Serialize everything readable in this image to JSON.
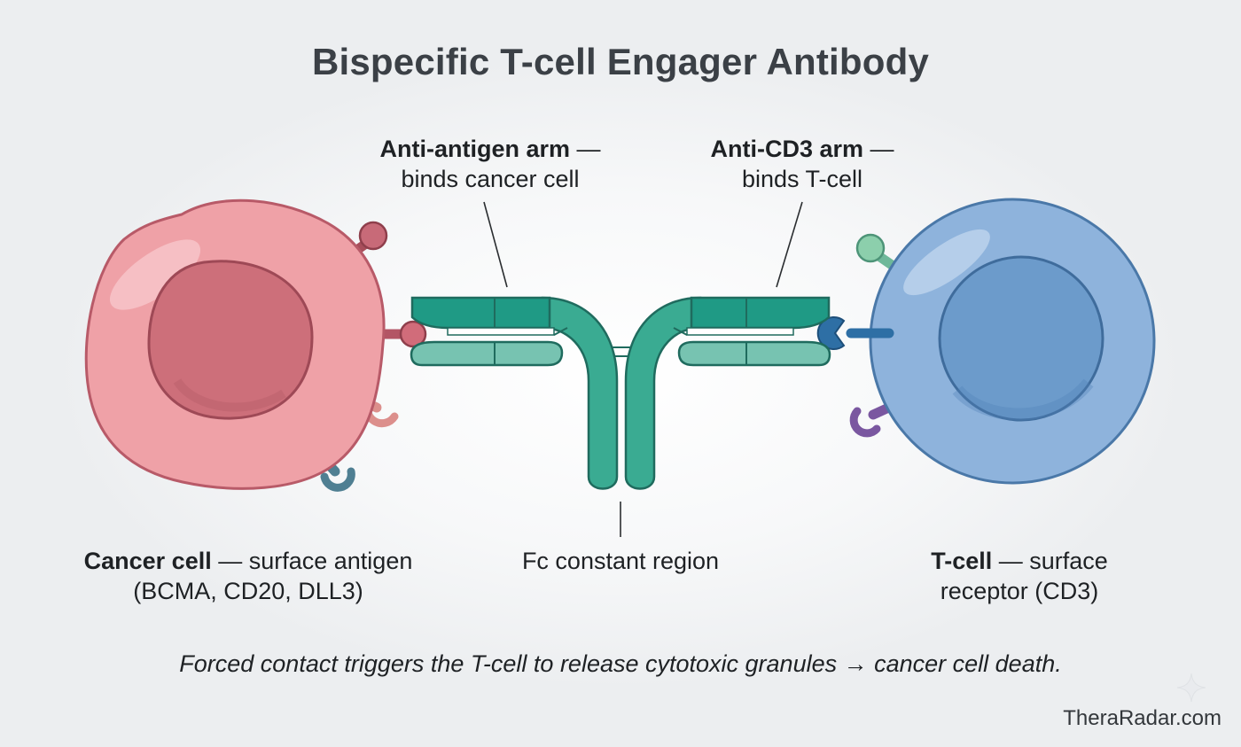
{
  "title": "Bispecific T-cell Engager Antibody",
  "labels": {
    "antigen_arm": {
      "bold": "Anti-antigen arm",
      "dash": " —",
      "detail": "binds cancer cell"
    },
    "cd3_arm": {
      "bold": "Anti-CD3 arm",
      "dash": " —",
      "detail": "binds T-cell"
    },
    "cancer_cell": {
      "bold": "Cancer cell",
      "rest": " — surface antigen",
      "detail": "(BCMA, CD20, DLL3)"
    },
    "fc_region": {
      "text": "Fc constant region"
    },
    "t_cell": {
      "bold": "T-cell",
      "rest": " — surface",
      "detail": "receptor (CD3)"
    }
  },
  "caption": "Forced contact triggers the T-cell to release cytotoxic granules → cancer cell death.",
  "footer": "TheraRadar.com",
  "colors": {
    "cancer_cell": "#efa1a7",
    "cancer_nucleus": "#cd6f7a",
    "t_cell": "#8eb3dc",
    "t_nucleus": "#6c9bcb",
    "antibody_dark": "#1f9a85",
    "antibody_mid": "#3aab92",
    "antibody_light": "#77c3b1",
    "outline": "#1f6b5e"
  },
  "icons": [
    "sparkle-icon"
  ]
}
